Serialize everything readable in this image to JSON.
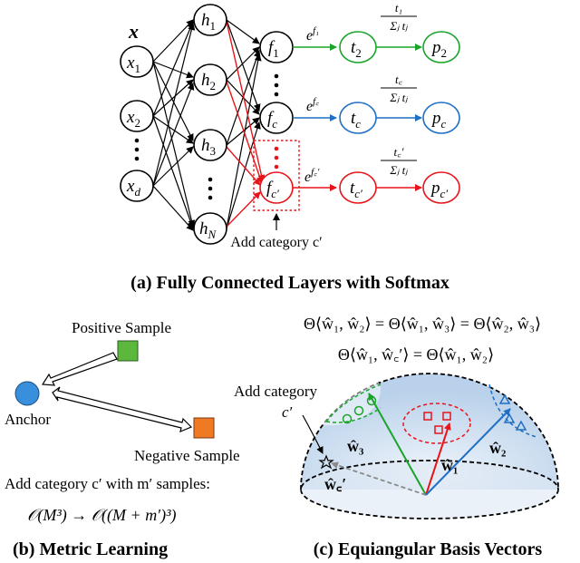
{
  "panel_a": {
    "x_vector": "x",
    "inputs": [
      "x",
      "x",
      "x"
    ],
    "input_subs": [
      "1",
      "2",
      "d"
    ],
    "hidden": [
      "h",
      "h",
      "h",
      "h"
    ],
    "hidden_subs": [
      "1",
      "2",
      "3",
      "N"
    ],
    "logits": [
      "f",
      "f",
      "f"
    ],
    "logit_subs": [
      "1",
      "c",
      "c′"
    ],
    "exp_labels": [
      "e",
      "e",
      "e"
    ],
    "exp_sups": [
      "f₁",
      "f꜀",
      "f꜀′"
    ],
    "t_nodes": [
      "t",
      "t",
      "t"
    ],
    "t_subs": [
      "2",
      "c",
      "c′"
    ],
    "p_nodes": [
      "p",
      "p",
      "p"
    ],
    "p_subs": [
      "2",
      "c",
      "c′"
    ],
    "frac_nums": [
      "t₁",
      "t꜀",
      "t꜀′"
    ],
    "frac_den": "Σⱼ tⱼ",
    "add_category": "Add category c′",
    "caption": "(a) Fully Connected Layers with Softmax",
    "colors": {
      "green": "#1aa52a",
      "blue": "#1f6fc4",
      "red": "#e8141a"
    }
  },
  "panel_b": {
    "positive": "Positive Sample",
    "anchor": "Anchor",
    "negative": "Negative Sample",
    "add_text": "Add category c′ with m′ samples:",
    "complexity": "𝒪(M³) → 𝒪((M + m′)³)",
    "caption": "(b) Metric Learning",
    "colors": {
      "positive": "#5cb83c",
      "anchor": "#3a8fdc",
      "negative": "#f07a24"
    }
  },
  "panel_c": {
    "eq1": "Θ⟨ŵ₁, ŵ₂⟩ = Θ⟨ŵ₁, ŵ₃⟩ = Θ⟨ŵ₂, ŵ₃⟩",
    "eq2": "Θ⟨ŵ₁, ŵ꜀′⟩ = Θ⟨ŵ₁, ŵ₂⟩",
    "add_category": "Add category",
    "c_prime": "c′",
    "w1": "ŵ₁",
    "w2": "ŵ₂",
    "w3": "ŵ₃",
    "wc": "ŵ꜀′",
    "caption": "(c) Equiangular Basis Vectors",
    "colors": {
      "green": "#1aa52a",
      "blue": "#1f6fc4",
      "red": "#e8141a",
      "gray": "#8a8a8a",
      "dome": "#c9dcee"
    }
  }
}
